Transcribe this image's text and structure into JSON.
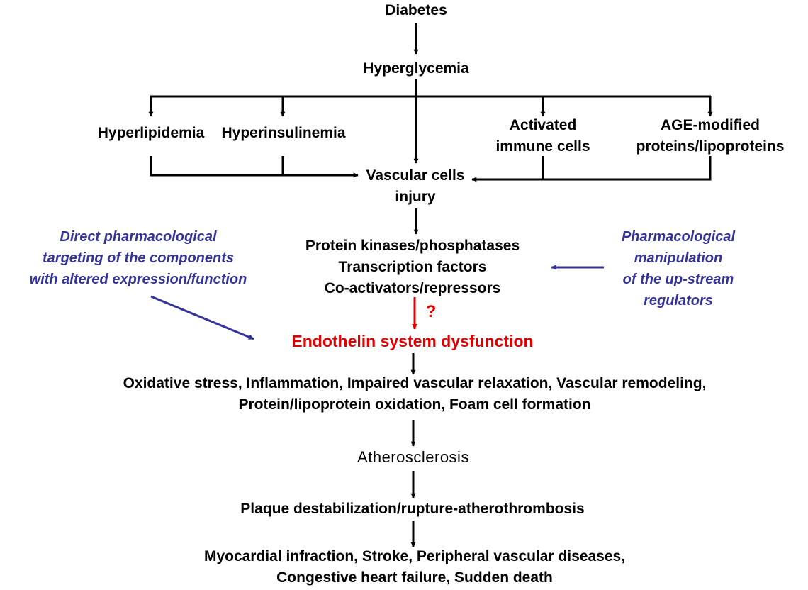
{
  "colors": {
    "text": "#000000",
    "highlight": "#e00000",
    "annotation": "#333399"
  },
  "nodes": {
    "diabetes": "Diabetes",
    "hyperglycemia": "Hyperglycemia",
    "hyperlipidemia": "Hyperlipidemia",
    "hyperinsulinemia": "Hyperinsulinemia",
    "immune": [
      "Activated",
      "immune cells"
    ],
    "age": [
      "AGE-modified",
      "proteins/lipoproteins"
    ],
    "vascular_injury": [
      "Vascular cells",
      "injury"
    ],
    "regulators": [
      "Protein kinases/phosphatases",
      "Transcription factors",
      "Co-activators/repressors"
    ],
    "question": "?",
    "endothelin": "Endothelin system dysfunction",
    "effects": [
      "Oxidative stress, Inflammation, Impaired vascular relaxation, Vascular remodeling,",
      "Protein/lipoprotein oxidation, Foam cell formation"
    ],
    "atherosclerosis": "Atherosclerosis",
    "plaque": "Plaque destabilization/rupture-atherothrombosis",
    "outcomes": [
      "Myocardial infraction, Stroke, Peripheral vascular diseases,",
      "Congestive heart failure, Sudden death"
    ]
  },
  "annotations": {
    "direct_targeting": [
      "Direct pharmacological",
      "targeting of the components",
      "with altered expression/function"
    ],
    "upstream_manipulation": [
      "Pharmacological",
      "manipulation",
      "of the up-stream",
      "regulators"
    ]
  }
}
